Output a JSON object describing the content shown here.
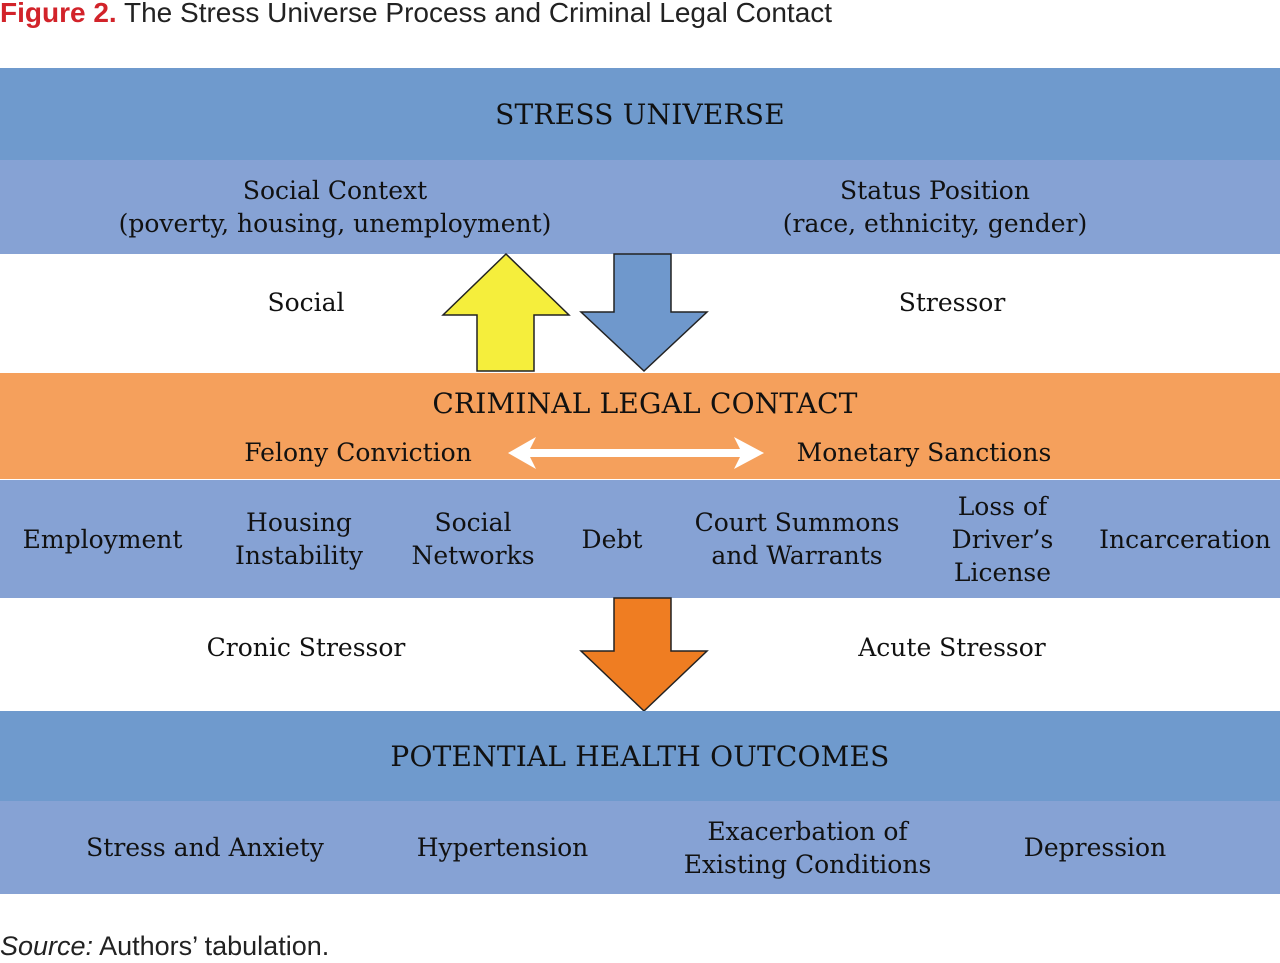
{
  "figure": {
    "label": "Figure 2.",
    "title": "The Stress Universe Process and Criminal Legal Contact"
  },
  "stress_universe": {
    "heading": "STRESS UNIVERSE",
    "social_context": "Social Context\n(poverty, housing, unemployment)",
    "status_position": "Status Position\n(race, ethnicity, gender)"
  },
  "arrows_top": {
    "left_label": "Social",
    "right_label": "Stressor",
    "up_arrow_color": "#f5ee3c",
    "down_arrow_color": "#6f98cc"
  },
  "criminal_legal_contact": {
    "heading": "CRIMINAL LEGAL CONTACT",
    "left": "Felony Conviction",
    "right": "Monetary Sanctions",
    "consequences": [
      "Employment",
      "Housing\nInstability",
      "Social\nNetworks",
      "Debt",
      "Court Summons\nand Warrants",
      "Loss of\nDriver’s\nLicense",
      "Incarceration"
    ]
  },
  "arrows_middle": {
    "left_label": "Cronic Stressor",
    "right_label": "Acute Stressor",
    "down_arrow_color": "#ef7d22"
  },
  "health_outcomes": {
    "heading": "POTENTIAL HEALTH OUTCOMES",
    "items": [
      "Stress and Anxiety",
      "Hypertension",
      "Exacerbation of\nExisting Conditions",
      "Depression"
    ]
  },
  "source": {
    "label": "Source:",
    "text": "Authors’ tabulation."
  },
  "colors": {
    "title_red": "#d2232a",
    "band_dark_blue": "#6f9acd",
    "band_light_blue": "#86a2d4",
    "band_orange": "#f5a05c"
  }
}
